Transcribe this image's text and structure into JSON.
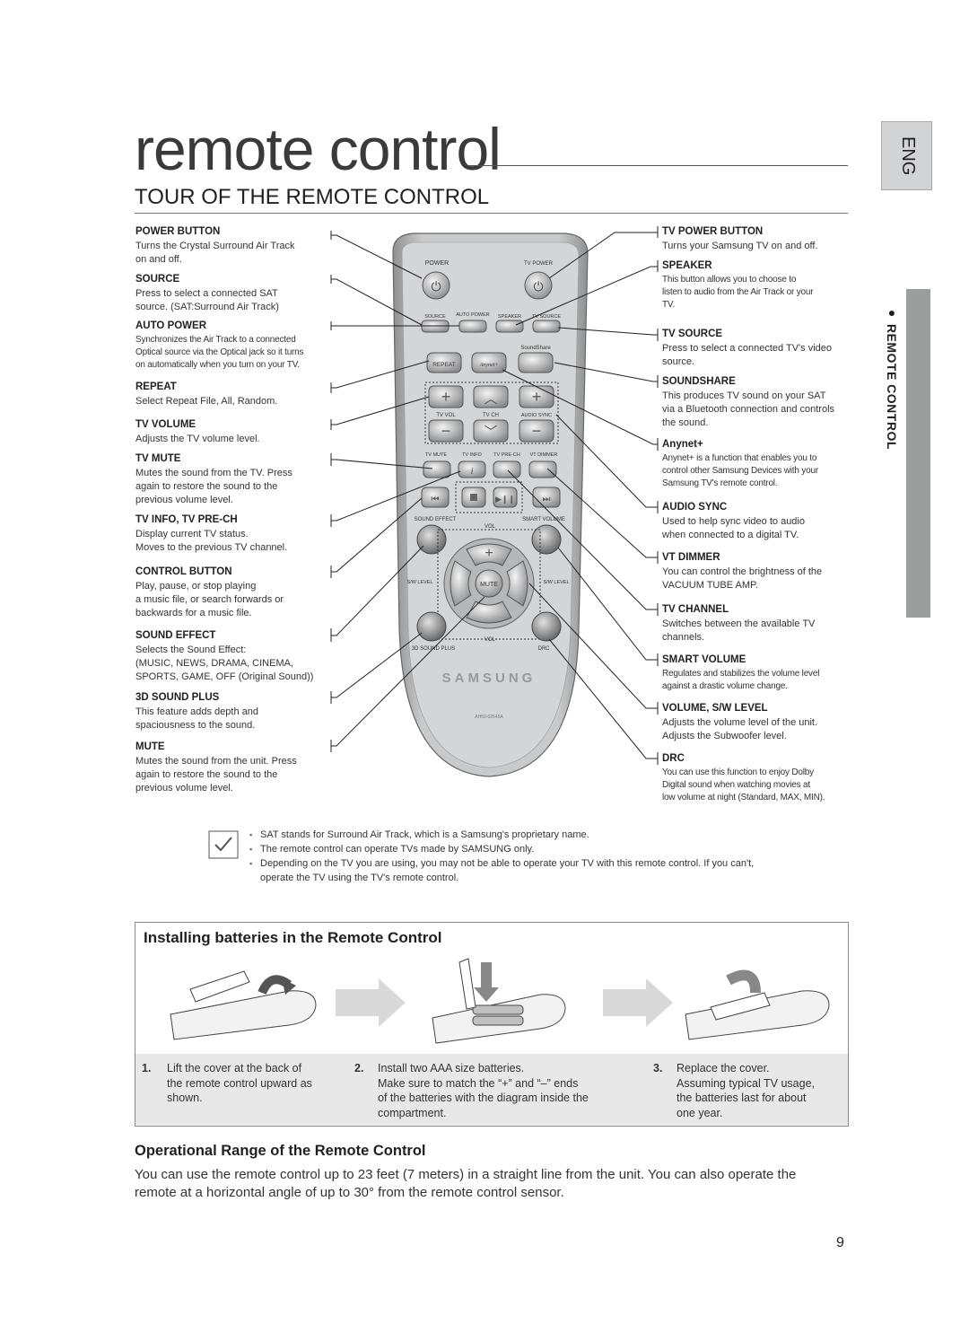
{
  "page": {
    "title": "remote control",
    "section_title": "TOUR OF THE REMOTE CONTROL",
    "lang_tab": "ENG",
    "side_label": "● REMOTE CONTROL",
    "page_number": "9"
  },
  "left_callouts": [
    {
      "heading": "POWER BUTTON",
      "lines": [
        "Turns the Crystal Surround Air Track",
        "on and off."
      ]
    },
    {
      "heading": "SOURCE",
      "lines": [
        "Press to select a connected SAT",
        "source. (SAT:Surround Air Track)"
      ]
    },
    {
      "heading": "AUTO POWER",
      "lines": [
        "Synchronizes the Air Track to a connected",
        "Optical source via the Optical jack so it turns",
        "on automatically when you turn on your TV."
      ]
    },
    {
      "heading": "REPEAT",
      "lines": [
        "Select Repeat File, All, Random."
      ]
    },
    {
      "heading": "TV VOLUME",
      "lines": [
        "Adjusts the TV volume level."
      ]
    },
    {
      "heading": "TV MUTE",
      "lines": [
        "Mutes the sound from the TV. Press",
        "again to restore the sound to the",
        "previous volume level."
      ]
    },
    {
      "heading": "TV INFO, TV PRE-CH",
      "lines": [
        "Display current TV status.",
        "Moves to the previous TV channel."
      ]
    },
    {
      "heading": "CONTROL BUTTON",
      "lines": [
        "Play, pause, or stop playing",
        "a music file, or search forwards or",
        "backwards for a music file."
      ]
    },
    {
      "heading": "SOUND EFFECT",
      "lines": [
        "Selects the Sound Effect:",
        "(MUSIC, NEWS, DRAMA, CINEMA,",
        "SPORTS, GAME, OFF (Original Sound))"
      ]
    },
    {
      "heading": "3D SOUND PLUS",
      "lines": [
        "This feature adds depth and",
        "spaciousness to the sound."
      ]
    },
    {
      "heading": "MUTE",
      "lines": [
        "Mutes the sound from the unit. Press",
        "again to restore the sound to the",
        "previous volume level."
      ]
    }
  ],
  "right_callouts": [
    {
      "heading": "TV POWER BUTTON",
      "lines": [
        "Turns your Samsung TV on and off."
      ]
    },
    {
      "heading": "SPEAKER",
      "lines": [
        "This button allows you to choose to",
        "listen to audio from the Air Track or your",
        "TV."
      ]
    },
    {
      "heading": "TV SOURCE",
      "lines": [
        "Press to select a connected TV's video",
        "source."
      ]
    },
    {
      "heading": "SOUNDSHARE",
      "lines": [
        "This produces TV sound on your SAT",
        "via a Bluetooth connection and controls",
        "the sound."
      ]
    },
    {
      "heading": "Anynet+",
      "lines": [
        "Anynet+ is a function that enables you to",
        "control other Samsung Devices with your",
        "Samsung TV's remote control."
      ]
    },
    {
      "heading": "AUDIO SYNC",
      "lines": [
        "Used to help sync video to audio",
        "when connected to a digital TV."
      ]
    },
    {
      "heading": "VT DIMMER",
      "lines": [
        "You can control the brightness of the",
        "VACUUM TUBE AMP."
      ]
    },
    {
      "heading": "TV CHANNEL",
      "lines": [
        "Switches between the available TV",
        "channels."
      ]
    },
    {
      "heading": "SMART VOLUME",
      "lines": [
        "Regulates and stabilizes the volume level",
        "against a drastic volume change."
      ]
    },
    {
      "heading": "VOLUME, S/W LEVEL",
      "lines": [
        "Adjusts the volume level of the unit.",
        "Adjusts the Subwoofer level."
      ]
    },
    {
      "heading": "DRC",
      "lines": [
        "You can use this function to enjoy Dolby",
        "Digital sound when watching movies at",
        "low volume at night (Standard, MAX, MIN)."
      ]
    }
  ],
  "remote": {
    "power": "POWER",
    "tv_power": "TV POWER",
    "source": "SOURCE",
    "auto_power": "AUTO POWER",
    "speaker": "SPEAKER",
    "tv_source": "TV SOURCE",
    "soundshare": "SoundShare",
    "repeat": "REPEAT",
    "anynet": "Anynet+",
    "tv_vol": "TV VOL",
    "tv_ch": "TV CH",
    "audio_sync": "AUDIO SYNC",
    "tv_mute": "TV MUTE",
    "tv_info": "TV INFO",
    "tv_prech": "TV PRE-CH",
    "vt_dimmer": "VT DIMMER",
    "sound_effect": "SOUND EFFECT",
    "smart_volume": "SMART VOLUME",
    "vol": "VOL",
    "sw_level": "S/W LEVEL",
    "mute": "MUTE",
    "sound_3d_plus": "3D SOUND PLUS",
    "drc": "DRC",
    "brand": "SAMSUNG",
    "model": "AH59-02545A"
  },
  "notes": [
    "SAT stands for Surround Air Track, which is a Samsung's proprietary name.",
    "The remote control can operate TVs made by SAMSUNG only.",
    "Depending on the TV you are using, you may not be able to operate your TV with this remote control. If you can't,",
    "operate the TV using the TV's remote control."
  ],
  "batteries": {
    "title": "Installing batteries in the Remote Control",
    "steps": [
      {
        "num": "1.",
        "lines": [
          "Lift the cover at the back of",
          "the remote control upward as",
          "shown."
        ]
      },
      {
        "num": "2.",
        "lines": [
          "Install two AAA size batteries.",
          "Make sure to match the “+” and “–” ends",
          "of the batteries with the diagram inside the",
          "compartment."
        ]
      },
      {
        "num": "3.",
        "lines": [
          "Replace the cover.",
          "Assuming typical TV usage,",
          "the batteries last for about",
          "one year."
        ]
      }
    ]
  },
  "range": {
    "title": "Operational Range of the Remote Control",
    "lines": [
      "You can use the remote control up to 23 feet (7 meters) in a straight line from the unit. You can also operate the",
      "remote at a horizontal angle of up to 30° from the remote control sensor."
    ]
  },
  "colors": {
    "tab_gray": "#9c9d9f",
    "tab_light": "#d2d3d4",
    "remote_body": "#c9cacb",
    "panel": "#e8e8e9"
  }
}
